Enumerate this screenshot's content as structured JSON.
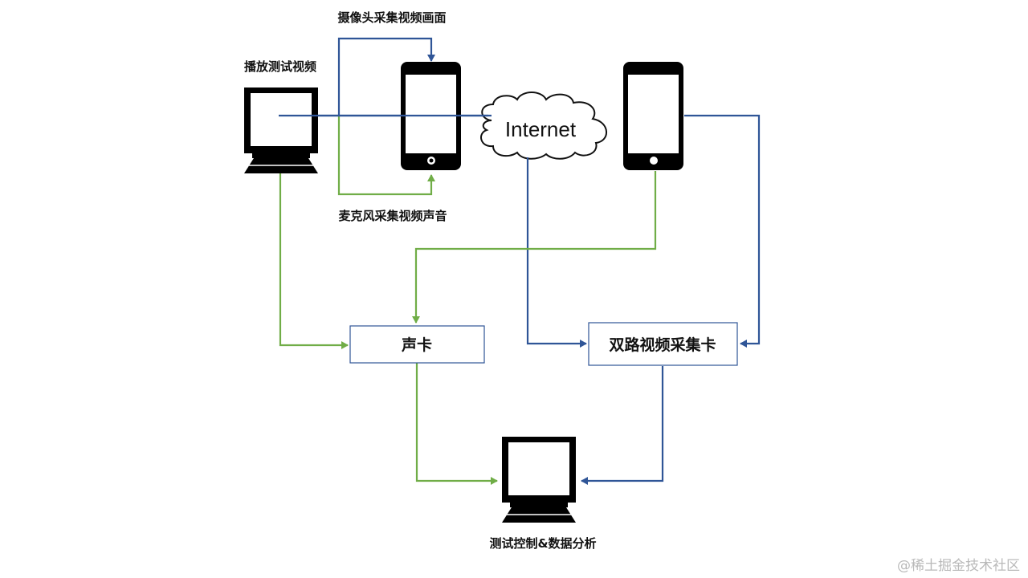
{
  "labels": {
    "camera": "摄像头采集视频画面",
    "play_video": "播放测试视频",
    "mic": "麦克风采集视频声音",
    "internet": "Internet",
    "sound_card": "声卡",
    "capture_card": "双路视频采集卡",
    "analysis": "测试控制&数据分析"
  },
  "watermark": "@稀土掘金技术社区",
  "colors": {
    "video_line": "#2f5597",
    "audio_line": "#70ad47",
    "box_border": "#2f5597"
  }
}
